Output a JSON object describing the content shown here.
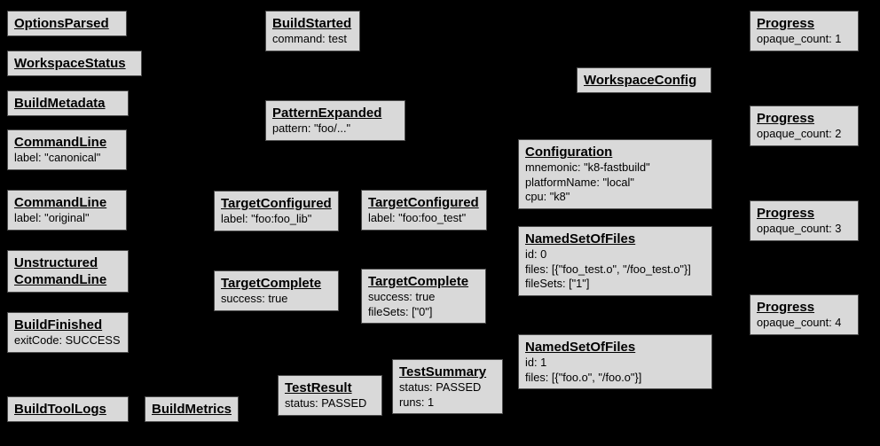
{
  "diagram": {
    "background_color": "#000000",
    "box_fill_color": "#d9d9d9",
    "box_border_color": "#4c4c4c",
    "text_color": "#000000",
    "boxes": [
      {
        "title": "OptionsParsed",
        "lines": []
      },
      {
        "title": "WorkspaceStatus",
        "lines": []
      },
      {
        "title": "BuildMetadata",
        "lines": []
      },
      {
        "title": "CommandLine",
        "lines": [
          "label: \"canonical\""
        ]
      },
      {
        "title": "CommandLine",
        "lines": [
          "label: \"original\""
        ]
      },
      {
        "title": "Unstructured",
        "title2": "CommandLine",
        "lines": []
      },
      {
        "title": "BuildFinished",
        "lines": [
          "exitCode: SUCCESS"
        ]
      },
      {
        "title": "BuildToolLogs",
        "lines": []
      },
      {
        "title": "BuildMetrics",
        "lines": []
      },
      {
        "title": "BuildStarted",
        "lines": [
          "command: test"
        ]
      },
      {
        "title": "PatternExpanded",
        "lines": [
          "pattern: \"foo/...\""
        ]
      },
      {
        "title": "TargetConfigured",
        "lines": [
          "label: \"foo:foo_lib\""
        ]
      },
      {
        "title": "TargetConfigured",
        "lines": [
          "label: \"foo:foo_test\""
        ]
      },
      {
        "title": "TargetComplete",
        "lines": [
          "success: true"
        ]
      },
      {
        "title": "TargetComplete",
        "lines": [
          "success: true",
          "fileSets: [\"0\"]"
        ]
      },
      {
        "title": "TestResult",
        "lines": [
          "status: PASSED"
        ]
      },
      {
        "title": "TestSummary",
        "lines": [
          "status: PASSED",
          "runs: 1"
        ]
      },
      {
        "title": "WorkspaceConfig",
        "lines": []
      },
      {
        "title": "Configuration",
        "lines": [
          "mnemonic: \"k8-fastbuild\"",
          "platformName: \"local\"",
          "cpu: \"k8\""
        ]
      },
      {
        "title": "NamedSetOfFiles",
        "lines": [
          "id: 0",
          "files: [{\"foo_test.o\", \"/foo_test.o\"}]",
          "fileSets: [\"1\"]"
        ]
      },
      {
        "title": "NamedSetOfFiles",
        "lines": [
          "id: 1",
          "files: [{\"foo.o\", \"/foo.o\"}]"
        ]
      },
      {
        "title": "Progress",
        "lines": [
          "opaque_count: 1"
        ]
      },
      {
        "title": "Progress",
        "lines": [
          "opaque_count: 2"
        ]
      },
      {
        "title": "Progress",
        "lines": [
          "opaque_count: 3"
        ]
      },
      {
        "title": "Progress",
        "lines": [
          "opaque_count: 4"
        ]
      }
    ]
  }
}
